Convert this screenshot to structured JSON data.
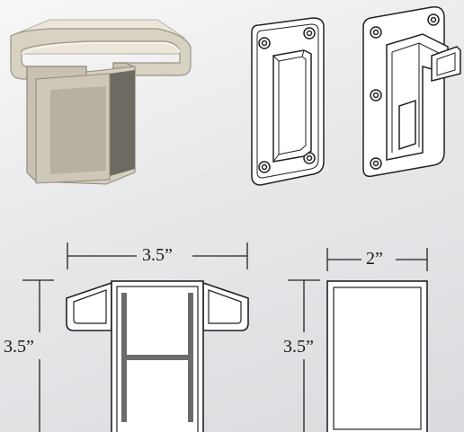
{
  "top_view": {
    "width_dimension": "3.5”",
    "height_dimension": "3.5”"
  },
  "side_view": {
    "width_dimension": "2”",
    "height_dimension": "3.5”"
  },
  "colors": {
    "rail_body": "#d8d2c3",
    "rail_top": "#ebe6d9",
    "rail_shadow": "#8f897a",
    "rail_inner": "#6e6a62",
    "line": "#222222",
    "h_bar": "#6b6b6b"
  }
}
